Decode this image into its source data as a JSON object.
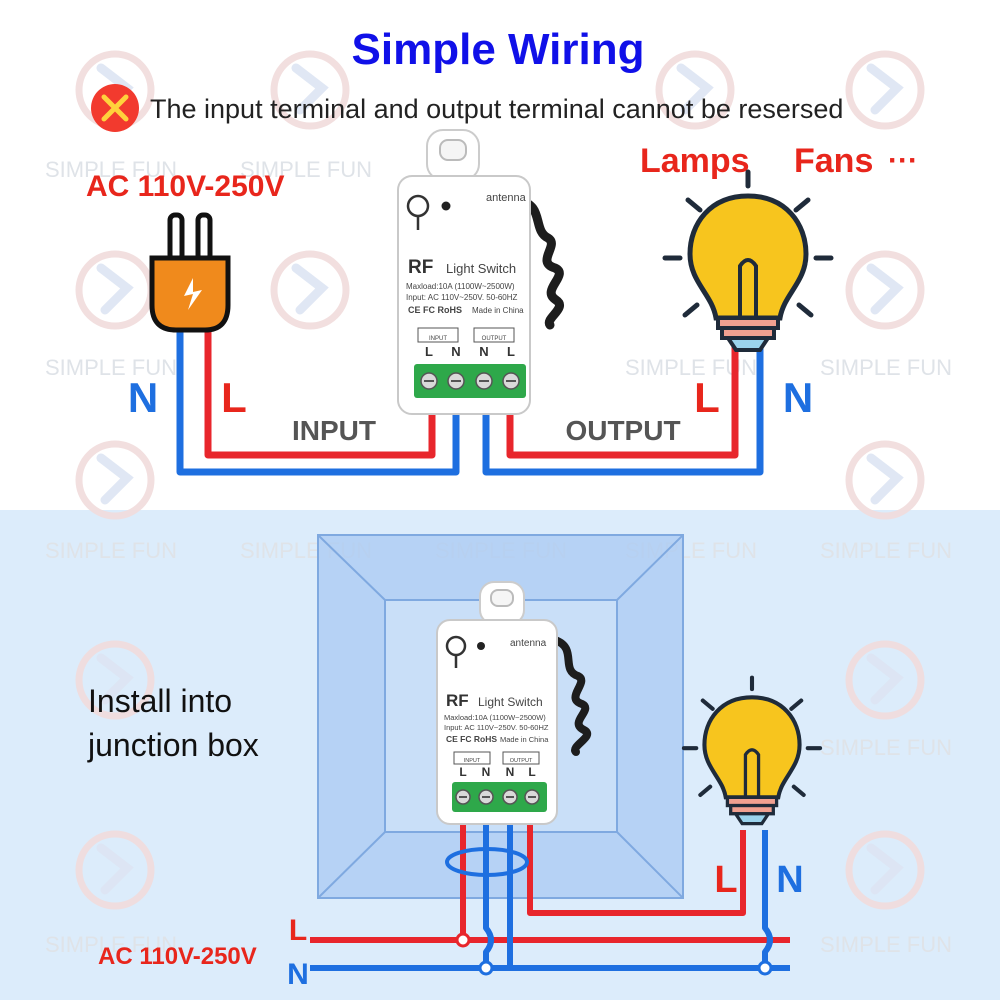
{
  "title": "Simple Wiring",
  "warning": "The input terminal and output terminal cannot be resersed",
  "watermark": "SIMPLE FUN",
  "top": {
    "voltage": "AC 110V-250V",
    "loads": "Lamps",
    "loads2": "Fans",
    "ellipsis": "···",
    "input_label": "INPUT",
    "output_label": "OUTPUT",
    "plug_n": "N",
    "plug_l": "L",
    "lamp_l": "L",
    "lamp_n": "N"
  },
  "device": {
    "brand": "RF",
    "name": "Light Switch",
    "maxload": "Maxload:10A (1100W~2500W)",
    "input": "Input: AC 110V~250V. 50-60HZ",
    "certs": "CE FC RoHS",
    "made_in": "Made in China",
    "antenna": "antenna",
    "input_tag": "INPUT",
    "output_tag": "OUTPUT",
    "terminals": [
      "L",
      "N",
      "N",
      "L"
    ]
  },
  "bottom": {
    "install_line1": "Install into",
    "install_line2": "junction box",
    "voltage": "AC 110V-250V",
    "bus_l": "L",
    "bus_n": "N",
    "lamp_l": "L",
    "lamp_n": "N"
  },
  "colors": {
    "title": "#1010e8",
    "accent_red": "#e8261c",
    "wire_red": "#e8262c",
    "wire_blue": "#1e6fe0",
    "bottom_bg": "#dcecfb",
    "box": "#a9c9f3"
  }
}
